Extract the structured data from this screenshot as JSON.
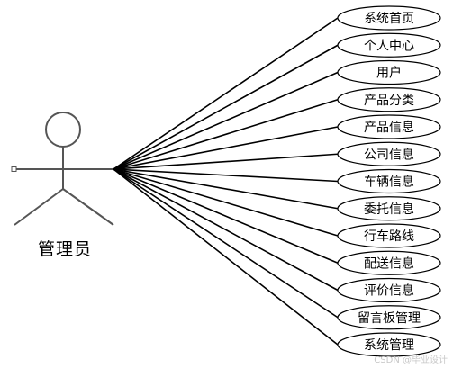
{
  "actor": {
    "label": "管理员"
  },
  "use_cases": [
    "系统首页",
    "个人中心",
    "用户",
    "产品分类",
    "产品信息",
    "公司信息",
    "车辆信息",
    "委托信息",
    "行车路线",
    "配送信息",
    "评价信息",
    "留言板管理",
    "系统管理"
  ],
  "watermark": "CSDN @毕业设计",
  "colors": {
    "line": "#000000",
    "ellipse_fill": "#ffffff",
    "actor_stroke": "#555555",
    "text": "#000000"
  }
}
